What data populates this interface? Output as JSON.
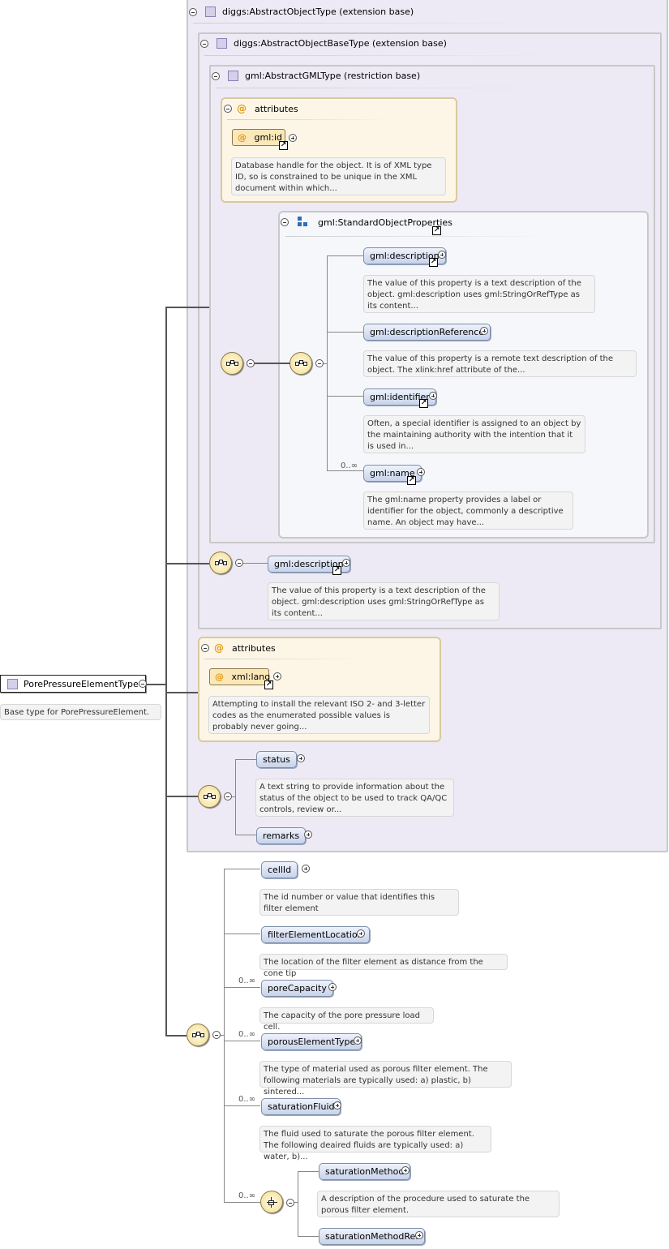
{
  "root": {
    "name": "PorePressureElementType",
    "description": "Base type for PorePressureElement."
  },
  "ext1": {
    "title": "diggs:AbstractObjectType (extension base)"
  },
  "ext2": {
    "title": "diggs:AbstractObjectBaseType (extension base)"
  },
  "ext3": {
    "title": "gml:AbstractGMLType (restriction base)"
  },
  "gml_attrs": {
    "title": "attributes",
    "id_label": "gml:id",
    "id_desc": "Database handle for the object. It is of XML type ID, so is constrained to be unique in the XML document within which..."
  },
  "standard_props": {
    "title": "gml:StandardObjectProperties",
    "items": [
      {
        "label": "gml:description",
        "desc": "The value of this property is a text description of the object. gml:description uses gml:StringOrRefType as its content..."
      },
      {
        "label": "gml:descriptionReference",
        "desc": "The value of this property is a remote text description of the object. The xlink:href attribute of the..."
      },
      {
        "label": "gml:identifier",
        "desc": "Often, a special identifier is assigned to an object by the maintaining authority with the intention that it is used in..."
      },
      {
        "label": "gml:name",
        "card": "0..∞",
        "desc": "The gml:name property provides a label or identifier for the object, commonly a descriptive name. An object may have..."
      }
    ]
  },
  "base_description": {
    "label": "gml:description",
    "desc": "The value of this property is a text description of the object. gml:description uses gml:StringOrRefType as its content..."
  },
  "diggs_attrs": {
    "title": "attributes",
    "lang_label": "xml:lang",
    "lang_desc": "Attempting to install the relevant ISO 2- and 3-letter codes as the enumerated possible values is probably never going..."
  },
  "status": {
    "label": "status",
    "desc": "A text string to provide information about the status of the object to be used to track QA/QC controls, review or..."
  },
  "remarks": {
    "label": "remarks"
  },
  "elements": [
    {
      "label": "cellId",
      "card": "",
      "desc": "The id number or value that identifies this filter element"
    },
    {
      "label": "filterElementLocation",
      "card": "",
      "desc": "The location of the filter element as distance from the cone tip"
    },
    {
      "label": "poreCapacity",
      "card": "0..∞",
      "desc": "The capacity of the pore pressure load cell."
    },
    {
      "label": "porousElementType",
      "card": "0..∞",
      "desc": "The type of material used as porous filter element. The following materials are typically used: a) plastic, b) sintered..."
    },
    {
      "label": "saturationFluid",
      "card": "0..∞",
      "desc": "The fluid used to saturate the porous filter element. The following deaired fluids are typically used: a) water, b)..."
    }
  ],
  "choice": {
    "card": "0..∞",
    "method_label": "saturationMethod",
    "method_desc": "A description of the procedure used to saturate the porous filter element.",
    "ref_label": "saturationMethodRef"
  },
  "colors": {
    "element_fill": "#c8d3ea",
    "attribute_fill": "#fbe7b8",
    "group_fill": "#eeeaf5",
    "compositor": "#f4dc8c"
  }
}
